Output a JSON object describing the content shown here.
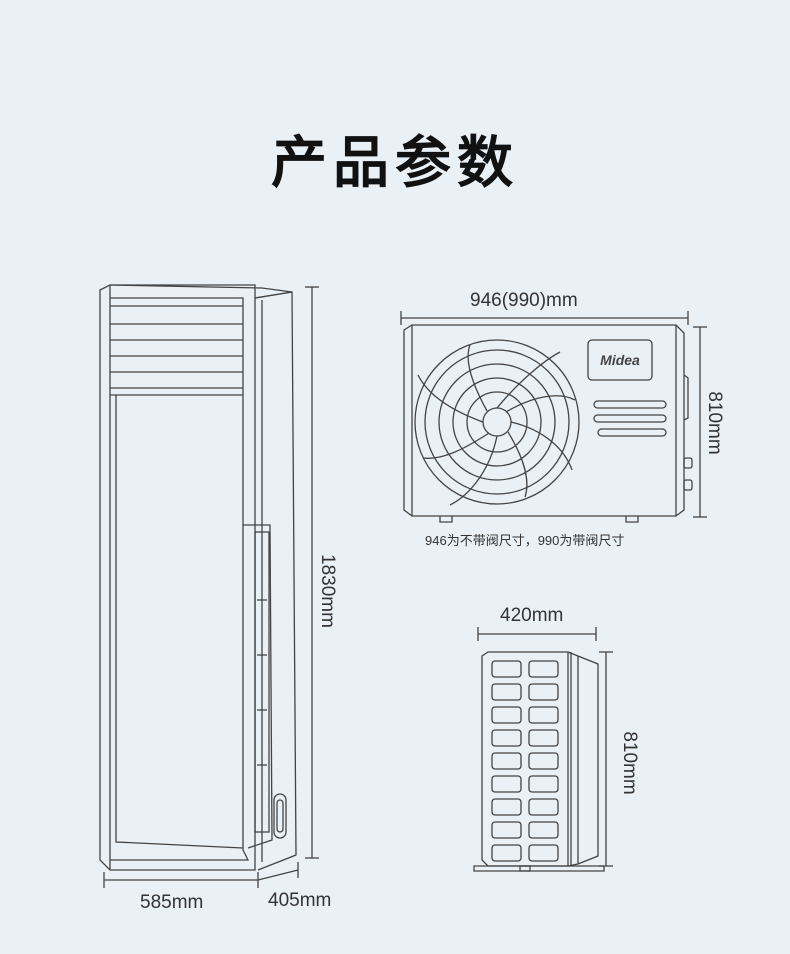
{
  "title": "产品参数",
  "indoor_unit": {
    "height_label": "1830mm",
    "width_label": "585mm",
    "depth_label": "405mm"
  },
  "outdoor_unit": {
    "width_label": "946(990)mm",
    "height_label": "810mm",
    "brand_logo": "Midea",
    "note": "946为不带阀尺寸，990为带阀尺寸"
  },
  "outdoor_side": {
    "depth_label": "420mm",
    "height_label": "810mm"
  },
  "colors": {
    "background": "#e9f0f6",
    "line": "#444444"
  }
}
